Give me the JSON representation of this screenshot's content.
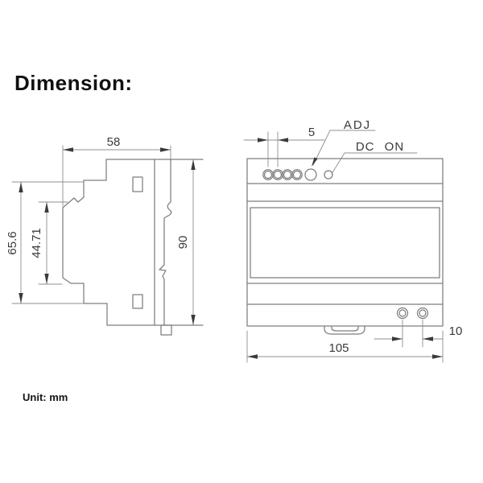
{
  "title": "Dimension:",
  "unit": "Unit: mm",
  "colors": {
    "body_line": "#7d7d7d",
    "dim_line": "#8f8f8f",
    "dim_text": "#3a3a3a",
    "heading_text": "#101010"
  },
  "side_view": {
    "dim_width_top": "58",
    "dim_height_outer": "65.6",
    "dim_height_inner": "44.71",
    "dim_height_full": "90"
  },
  "front_view": {
    "dim_terminal_pitch": "5",
    "dim_width_bottom": "105",
    "dim_hole_spacing": "10",
    "label_adj": "ADJ",
    "label_dc_on": "DC ON"
  }
}
